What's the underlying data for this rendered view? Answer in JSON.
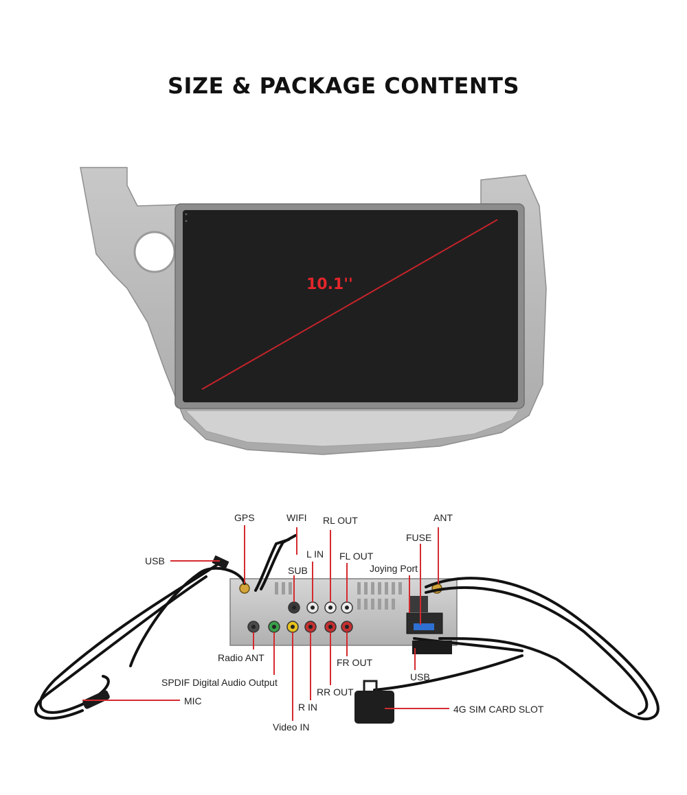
{
  "title": "SIZE & PACKAGE CONTENTS",
  "screen_size": "10.1''",
  "colors": {
    "accent": "#e3262b",
    "bezel": "#b9b9b9",
    "screen": "#1f1f1f",
    "cable": "#111111"
  },
  "labels": {
    "gps": "GPS",
    "wifi": "WIFI",
    "rl_out": "RL OUT",
    "ant": "ANT",
    "fuse": "FUSE",
    "usb_left": "USB",
    "l_in": "L IN",
    "fl_out": "FL OUT",
    "sub": "SUB",
    "joying_port": "Joying Port",
    "radio_ant": "Radio ANT",
    "fr_out": "FR OUT",
    "usb_right": "USB",
    "spdif": "SPDIF Digital Audio Output",
    "rr_out": "RR OUT",
    "mic": "MIC",
    "r_in": "R IN",
    "video_in": "Video IN",
    "sim_slot": "4G SIM CARD SLOT"
  }
}
